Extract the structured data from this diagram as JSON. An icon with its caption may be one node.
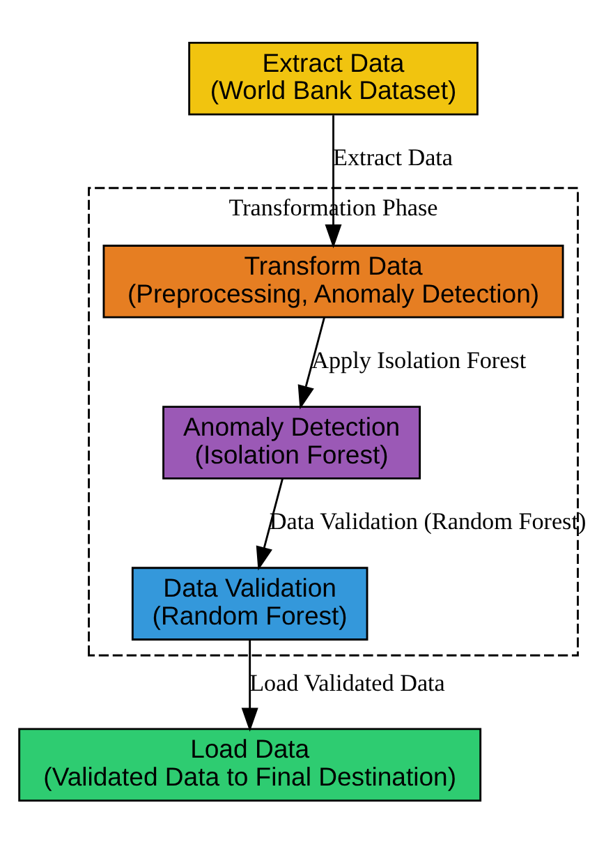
{
  "diagram": {
    "nodes": [
      {
        "text": [
          "Extract Data",
          "(World Bank Dataset)"
        ]
      },
      {
        "text": [
          "Transformation Phase"
        ]
      },
      {
        "text": [
          "Transform Data",
          "(Preprocessing, Anomaly Detection)"
        ],
        "in": 1
      },
      {
        "text": [
          "Anomaly Detection",
          "(Isolation Forest)"
        ],
        "in": 1
      },
      {
        "text": [
          "Data Validation",
          "(Random Forest)"
        ],
        "in": 1
      },
      {
        "text": [
          "Load Data",
          "(Validated Data to Final Destination)"
        ]
      }
    ],
    "edges": [
      {
        "from": 0,
        "to": 2,
        "arrow": "to",
        "label": "Extract Data"
      },
      {
        "from": 2,
        "to": 3,
        "arrow": "to",
        "label": "Apply Isolation Forest"
      },
      {
        "from": 3,
        "to": 4,
        "arrow": "to",
        "label": "Data Validation (Random Forest)"
      },
      {
        "from": 4,
        "to": 5,
        "arrow": "to",
        "label": "Load Validated Data"
      }
    ]
  }
}
